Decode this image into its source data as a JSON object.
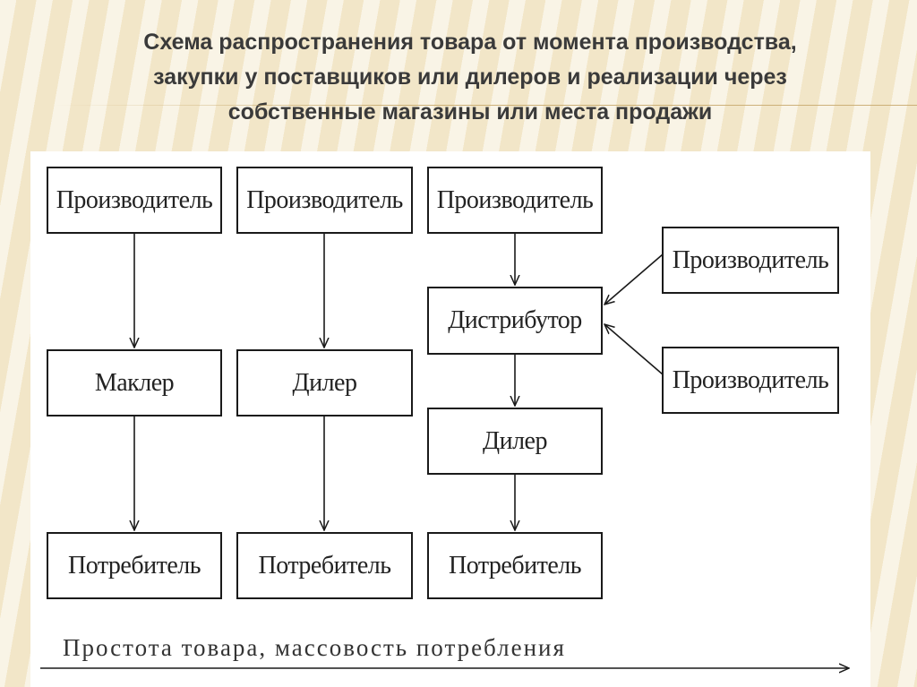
{
  "title": {
    "line1": "Схема распространения товара от момента производства,",
    "line2": "закупки у поставщиков или дилеров и реализации через",
    "line3": "собственные магазины или места продажи"
  },
  "nodes": {
    "producer_1": "Производитель",
    "producer_2": "Производитель",
    "producer_3": "Производитель",
    "producer_4": "Производитель",
    "producer_5": "Производитель",
    "broker": "Маклер",
    "dealer_1": "Дилер",
    "distributor": "Дистрибутор",
    "dealer_2": "Дилер",
    "consumer_1": "Потребитель",
    "consumer_2": "Потребитель",
    "consumer_3": "Потребитель"
  },
  "axis": {
    "label": "Простота товара, массовость потребления"
  }
}
